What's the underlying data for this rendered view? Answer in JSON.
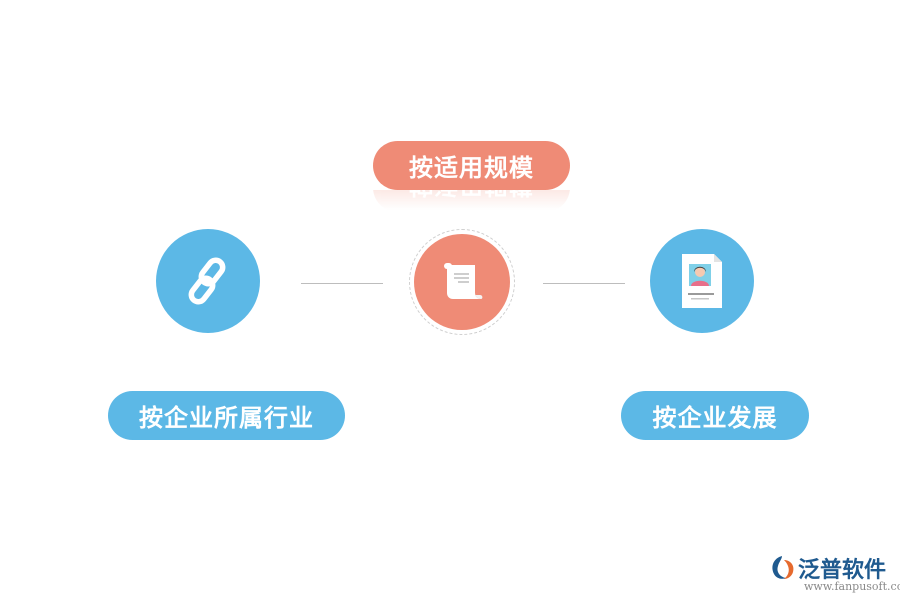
{
  "nodes": {
    "top": {
      "label": "按适用规模",
      "icon": "scroll-icon"
    },
    "left": {
      "label": "按企业所属行业",
      "icon": "link-chain-icon"
    },
    "right": {
      "label": "按企业发展",
      "icon": "id-card-icon"
    }
  },
  "colors": {
    "accent_orange": "#ef8b76",
    "accent_blue": "#5cb8e6",
    "connector": "#bdbdbd"
  },
  "logo": {
    "name": "泛普软件",
    "url": "www.fanpusoft.com",
    "icon": "fanpu-logo-icon"
  }
}
